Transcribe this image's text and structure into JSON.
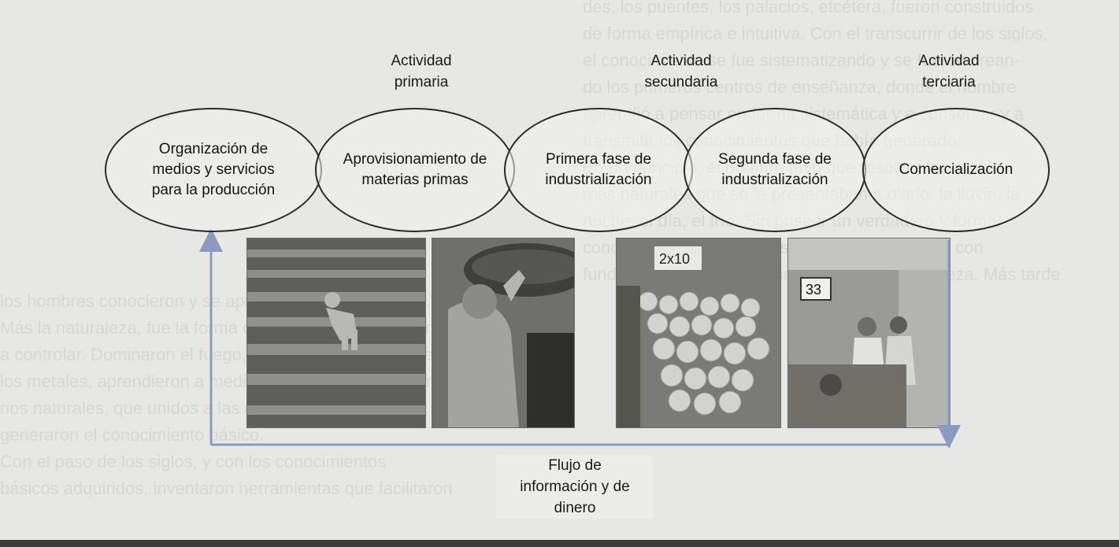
{
  "background_text": [
    "des, los puentes, los palacios, etcétera, fueron construidos",
    "de forma empírica e intuitiva. Con el transcurrir de los siglos,",
    "el conocimiento se fue sistematizando y se fueron crean-",
    "do los primeros centros de enseñanza, donde el hombre",
    "aprendió a pensar en forma sistemática y a conservar y a",
    "transmitir los conocimientos que había generado.",
    "En un principio, el hombre tuvo que resolver los proble-",
    "mas naturales que se le presentaban a diario: la lluvia, la",
    "noche, el día, el frío. Sin poseer un verdadero y formal",
    "conocimiento, los hombres aplicaron soluciones con",
    "fundamento de lo que observaban en la naturaleza. Más tarde",
    "los hombres conocieron y se apropiaron de los saberes.",
    "Más la naturaleza, fue la forma de transmitir los conocimientos,",
    "a controlar. Dominaron el fuego, descubrieron la forma en",
    "los metales, aprendieron a medir y conocieron los fenóme-",
    "nos naturales, que unidos a las necesidades humanas,",
    "generaron el conocimiento básico.",
    "Con el paso de los siglos, y con los conocimientos",
    "básicos adquiridos, inventaron herramientas que facilitaron"
  ],
  "activity_labels": {
    "primary": "Actividad\nprimaria",
    "secondary": "Actividad\nsecundaria",
    "tertiary": "Actividad\nterciaria"
  },
  "stages": [
    "Organización de\nmedios y servicios\npara la producción",
    "Aprovisionamiento de\nmaterias primas",
    "Primera fase de\nindustrialización",
    "Segunda fase de\nindustrialización",
    "Comercialización"
  ],
  "flow_label": "Flujo de\ninformación y de\ndinero",
  "photos": [
    {
      "icon": "tea-field-worker-photo"
    },
    {
      "icon": "basket-carrier-photo"
    },
    {
      "icon": "fruit-market-photo"
    },
    {
      "icon": "supermarket-checkout-photo"
    }
  ],
  "colors": {
    "flow_arrow": "#8a9bbf",
    "ellipse_border": "#2a2a2a"
  }
}
